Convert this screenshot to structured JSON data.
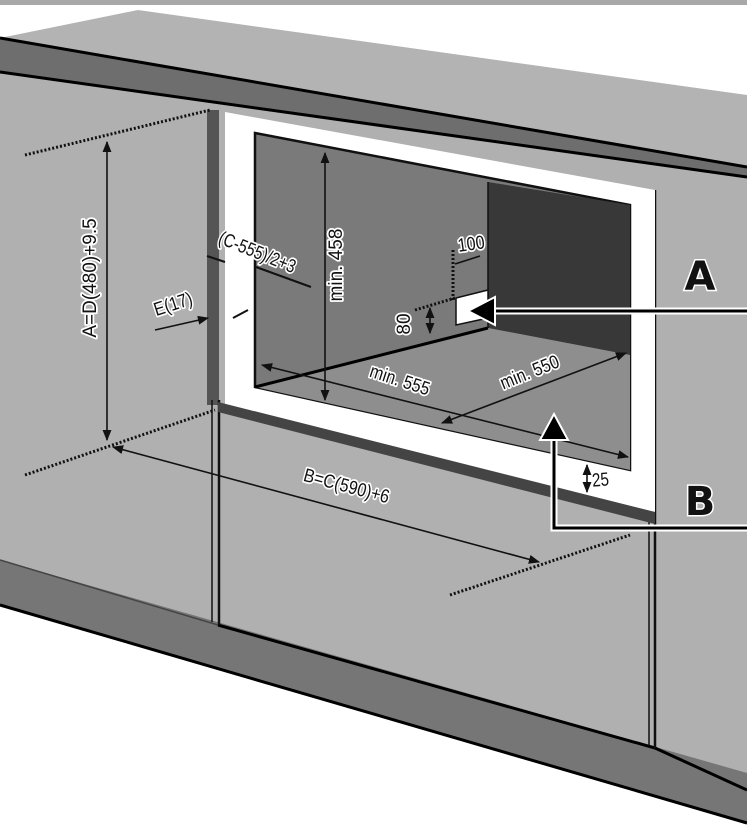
{
  "labels": {
    "height_total": "A=D(480)+9.5",
    "width_total": "B=C(590)+6",
    "niche_height": "min. 458",
    "niche_width": "min. 555",
    "niche_depth": "min. 550",
    "side_offset": "(C-555)/2+3",
    "panel_thickness": "E(17)",
    "socket_width": "100",
    "socket_height": "80",
    "bottom_gap": "25"
  },
  "callouts": {
    "a": "A",
    "b": "B"
  },
  "colors": {
    "countertop_top": "#b3b3b3",
    "countertop_front": "#6e6e6e",
    "cabinet_front": "#b0b0b0",
    "niche_wall": "#7a7a7a",
    "niche_rear_dark": "#383838",
    "niche_floor": "#8e8e8e",
    "plinth": "#767676",
    "frame": "#ffffff"
  }
}
